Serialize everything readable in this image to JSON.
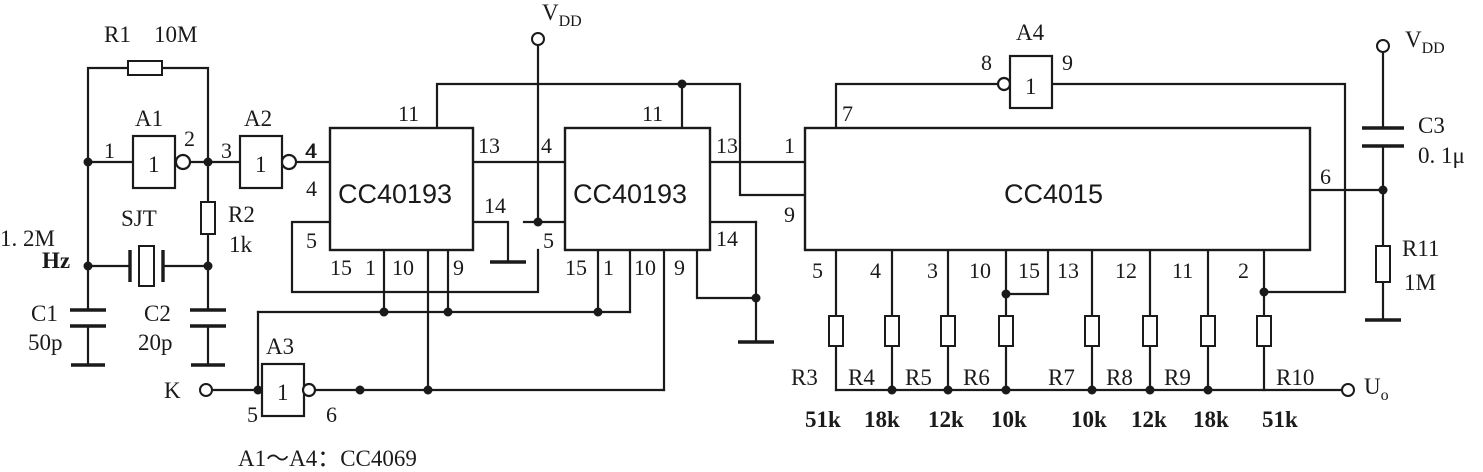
{
  "supply": {
    "vdd": "V",
    "vdd_sub": "DD"
  },
  "output": {
    "main": "U",
    "sub": "o"
  },
  "input_k": "K",
  "crystal": {
    "name": "SJT",
    "freq_line1": "1. 2M",
    "freq_line2": "Hz"
  },
  "chips": {
    "u1": "CC40193",
    "u2": "CC40193",
    "u3": "CC4015",
    "note": "A1～A4：CC4069"
  },
  "gates": {
    "a1": {
      "name": "A1",
      "mark": "1"
    },
    "a2": {
      "name": "A2",
      "mark": "1"
    },
    "a3": {
      "name": "A3",
      "mark": "1"
    },
    "a4": {
      "name": "A4",
      "mark": "1"
    }
  },
  "passives": {
    "r1": {
      "name": "R1",
      "value": "10M"
    },
    "r2": {
      "name": "R2",
      "value": "1k"
    },
    "c1": {
      "name": "C1",
      "value": "50p"
    },
    "c2": {
      "name": "C2",
      "value": "20p"
    },
    "c3": {
      "name": "C3",
      "value": "0. 1μ"
    },
    "r11": {
      "name": "R11",
      "value": "1M"
    },
    "ladder": [
      {
        "name": "R3",
        "value": "51k"
      },
      {
        "name": "R4",
        "value": "18k"
      },
      {
        "name": "R5",
        "value": "12k"
      },
      {
        "name": "R6",
        "value": "10k"
      },
      {
        "name": "R7",
        "value": "10k"
      },
      {
        "name": "R8",
        "value": "12k"
      },
      {
        "name": "R9",
        "value": "18k"
      },
      {
        "name": "R10",
        "value": "51k"
      }
    ]
  },
  "pins": {
    "a1_in": "1",
    "a1_out": "2",
    "a2_in": "3",
    "a2_out": "4",
    "a3_in": "5",
    "a3_out": "6",
    "a4_in": "8",
    "a4_out": "9",
    "u1_4a": "4",
    "u1_4b": "4",
    "u1_5": "5",
    "u1_11": "11",
    "u1_13": "13",
    "u1_14": "14",
    "u1_15": "15",
    "u1_1": "1",
    "u1_10": "10",
    "u1_9": "9",
    "u2_4": "4",
    "u2_5": "5",
    "u2_11": "11",
    "u2_13": "13",
    "u2_14": "14",
    "u2_15": "15",
    "u2_1": "1",
    "u2_10": "10",
    "u2_9": "9",
    "u3_1": "1",
    "u3_9": "9",
    "u3_7": "7",
    "u3_6": "6",
    "u3_bottom": [
      "5",
      "4",
      "3",
      "10",
      "15",
      "13",
      "12",
      "11",
      "2"
    ]
  }
}
